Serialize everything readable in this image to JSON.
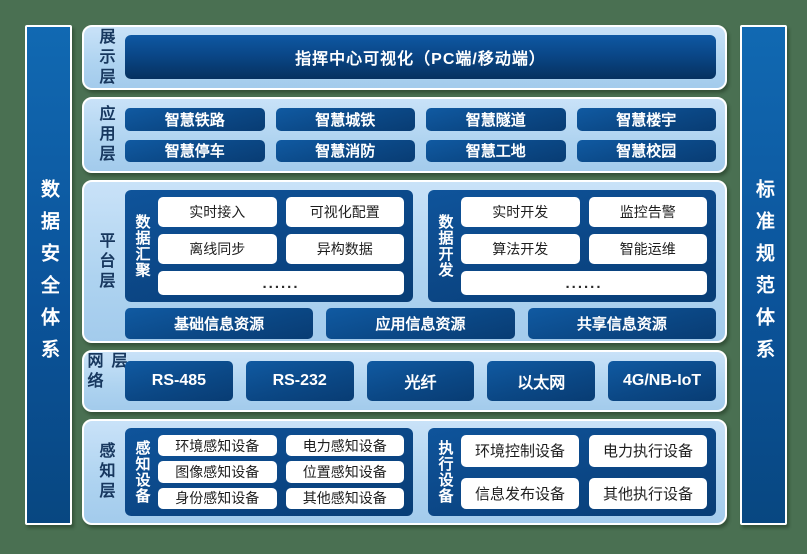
{
  "colors": {
    "background_green": "#4a7052",
    "panel_light_blue": "#aed3f0",
    "deep_blue": "#0b4886",
    "pillar_blue": "#0d5ca6",
    "label_navy": "#17375e",
    "white": "#ffffff"
  },
  "pillars": {
    "left": "数据安全体系",
    "right": "标准规范体系"
  },
  "display_layer": {
    "label": "展示层",
    "main_box": "指挥中心可视化（PC端/移动端）"
  },
  "application_layer": {
    "label": "应用层",
    "items": [
      "智慧铁路",
      "智慧城铁",
      "智慧隧道",
      "智慧楼宇",
      "智慧停车",
      "智慧消防",
      "智慧工地",
      "智慧校园"
    ]
  },
  "platform_layer": {
    "label": "平台层",
    "groups": [
      {
        "label": "数据汇聚",
        "items": [
          "实时接入",
          "可视化配置",
          "离线同步",
          "异构数据"
        ],
        "ellipsis": "......"
      },
      {
        "label": "数据开发",
        "items": [
          "实时开发",
          "监控告警",
          "算法开发",
          "智能运维"
        ],
        "ellipsis": "......"
      }
    ],
    "resources": [
      "基础信息资源",
      "应用信息资源",
      "共享信息资源"
    ]
  },
  "network_layer": {
    "label": "网络层",
    "items": [
      "RS-485",
      "RS-232",
      "光纤",
      "以太网",
      "4G/NB-IoT"
    ]
  },
  "perception_layer": {
    "label": "感知层",
    "groups": [
      {
        "label": "感知设备",
        "items": [
          "环境感知设备",
          "电力感知设备",
          "图像感知设备",
          "位置感知设备",
          "身份感知设备",
          "其他感知设备"
        ]
      },
      {
        "label": "执行设备",
        "items": [
          "环境控制设备",
          "电力执行设备",
          "信息发布设备",
          "其他执行设备"
        ]
      }
    ]
  }
}
